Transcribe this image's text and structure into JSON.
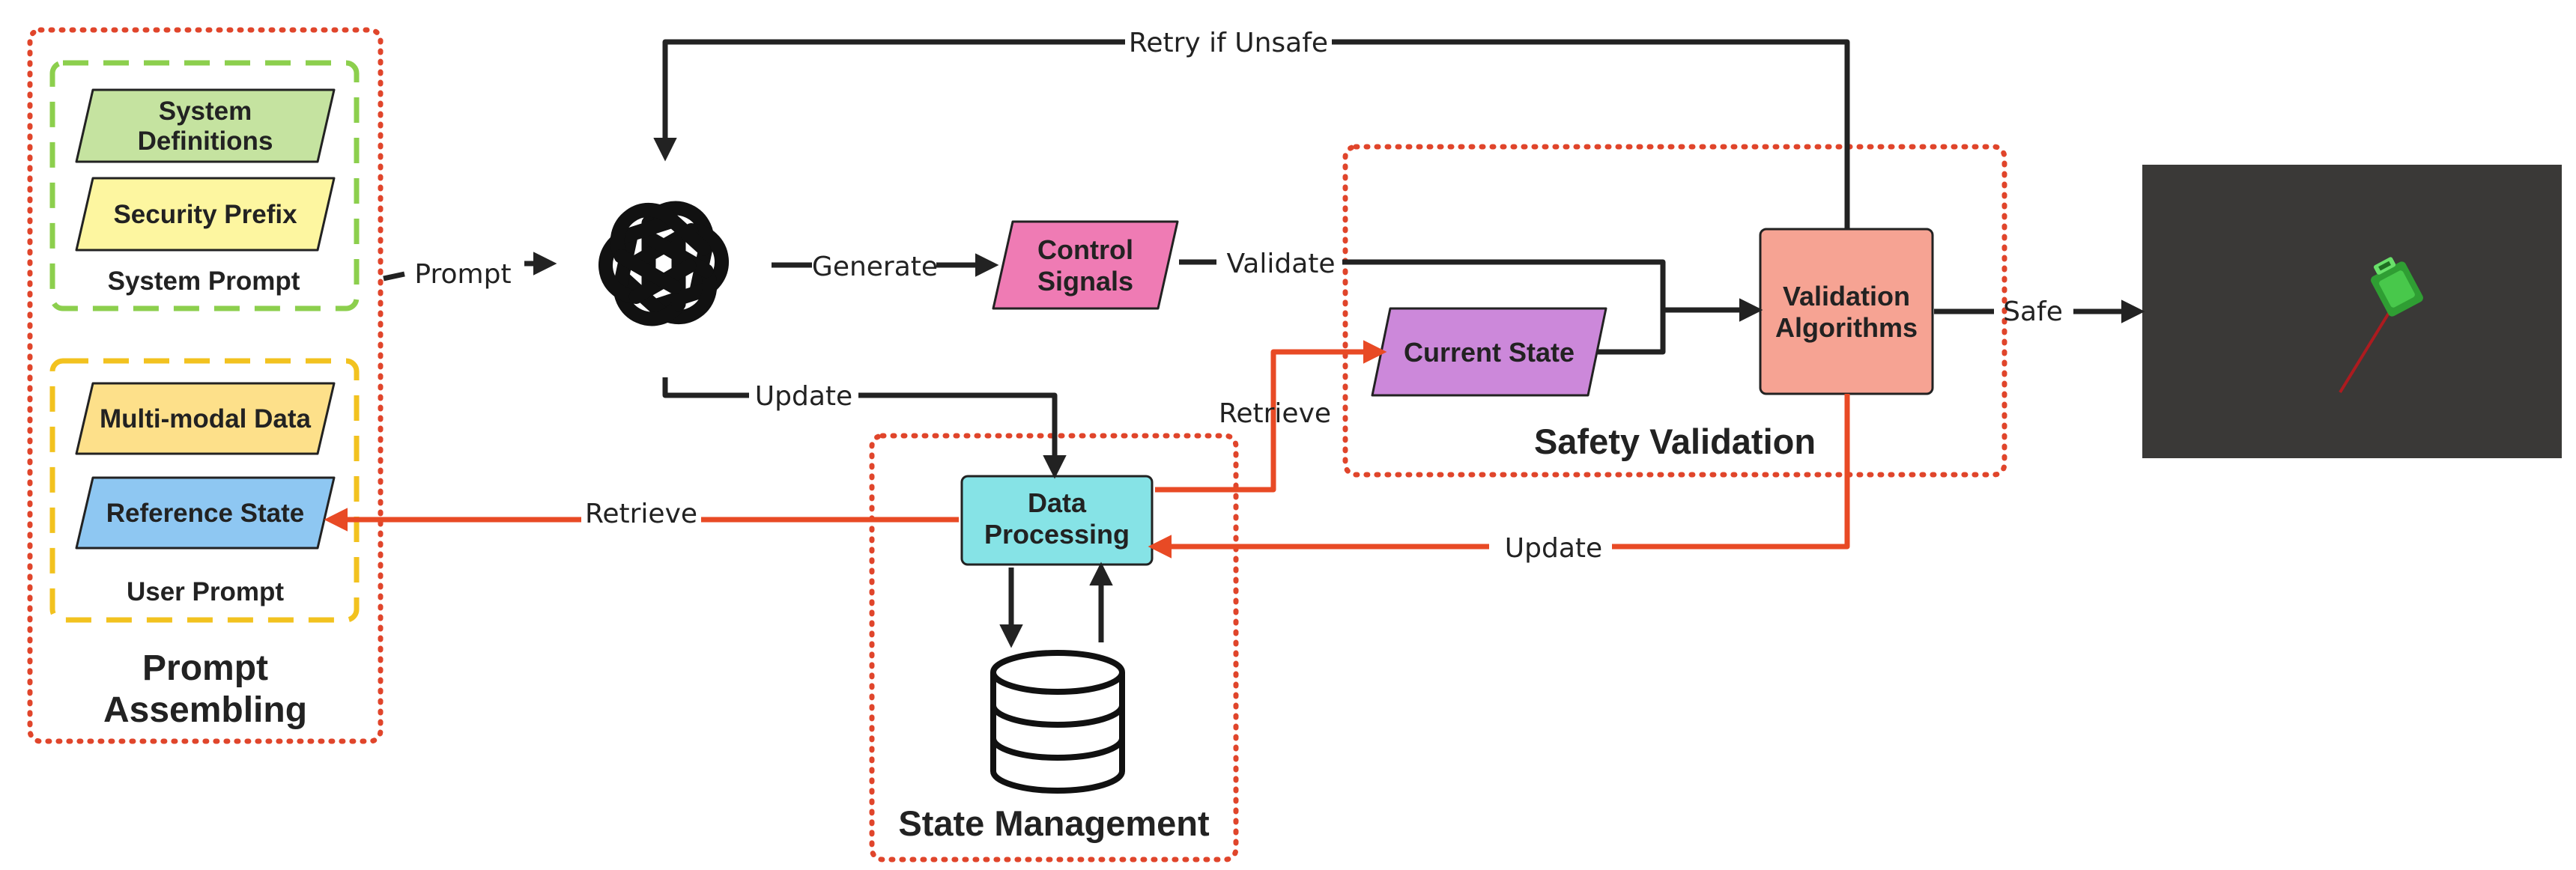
{
  "groups": {
    "prompt_assembling": {
      "title_line1": "Prompt",
      "title_line2": "Assembling"
    },
    "system_prompt": {
      "title": "System Prompt"
    },
    "user_prompt": {
      "title": "User Prompt"
    },
    "state_management": {
      "title": "State Management"
    },
    "safety_validation": {
      "title": "Safety Validation"
    }
  },
  "nodes": {
    "system_definitions": {
      "line1": "System",
      "line2": "Definitions",
      "color": "#c5e3a0"
    },
    "security_prefix": {
      "label": "Security Prefix",
      "color": "#fdf6a0"
    },
    "multimodal_data": {
      "label": "Multi-modal Data",
      "color": "#fde08a"
    },
    "reference_state": {
      "label": "Reference State",
      "color": "#8ec7f2"
    },
    "control_signals": {
      "line1": "Control",
      "line2": "Signals",
      "color": "#ef7bb4"
    },
    "current_state": {
      "label": "Current State",
      "color": "#cc88da"
    },
    "validation_algorithms": {
      "line1": "Validation",
      "line2": "Algorithms",
      "color": "#f6a393"
    },
    "data_processing": {
      "line1": "Data",
      "line2": "Processing",
      "color": "#86e3e6"
    }
  },
  "edges": {
    "prompt": "Prompt",
    "generate": "Generate",
    "validate": "Validate",
    "retry": "Retry if Unsafe",
    "update_llm": "Update",
    "retrieve_current": "Retrieve",
    "retrieve_reference": "Retrieve",
    "update_validation": "Update",
    "safe": "Safe"
  },
  "colors": {
    "arrow_dark": "#222222",
    "arrow_red": "#e84a25",
    "border_red": "#e0452b",
    "border_green": "#8ccf4d",
    "border_yellow": "#f2c21f",
    "image_bg": "#3a3937"
  },
  "icons": {
    "llm": "openai-logo-icon",
    "database": "database-icon",
    "robot_image": "robot-topdown-image"
  }
}
